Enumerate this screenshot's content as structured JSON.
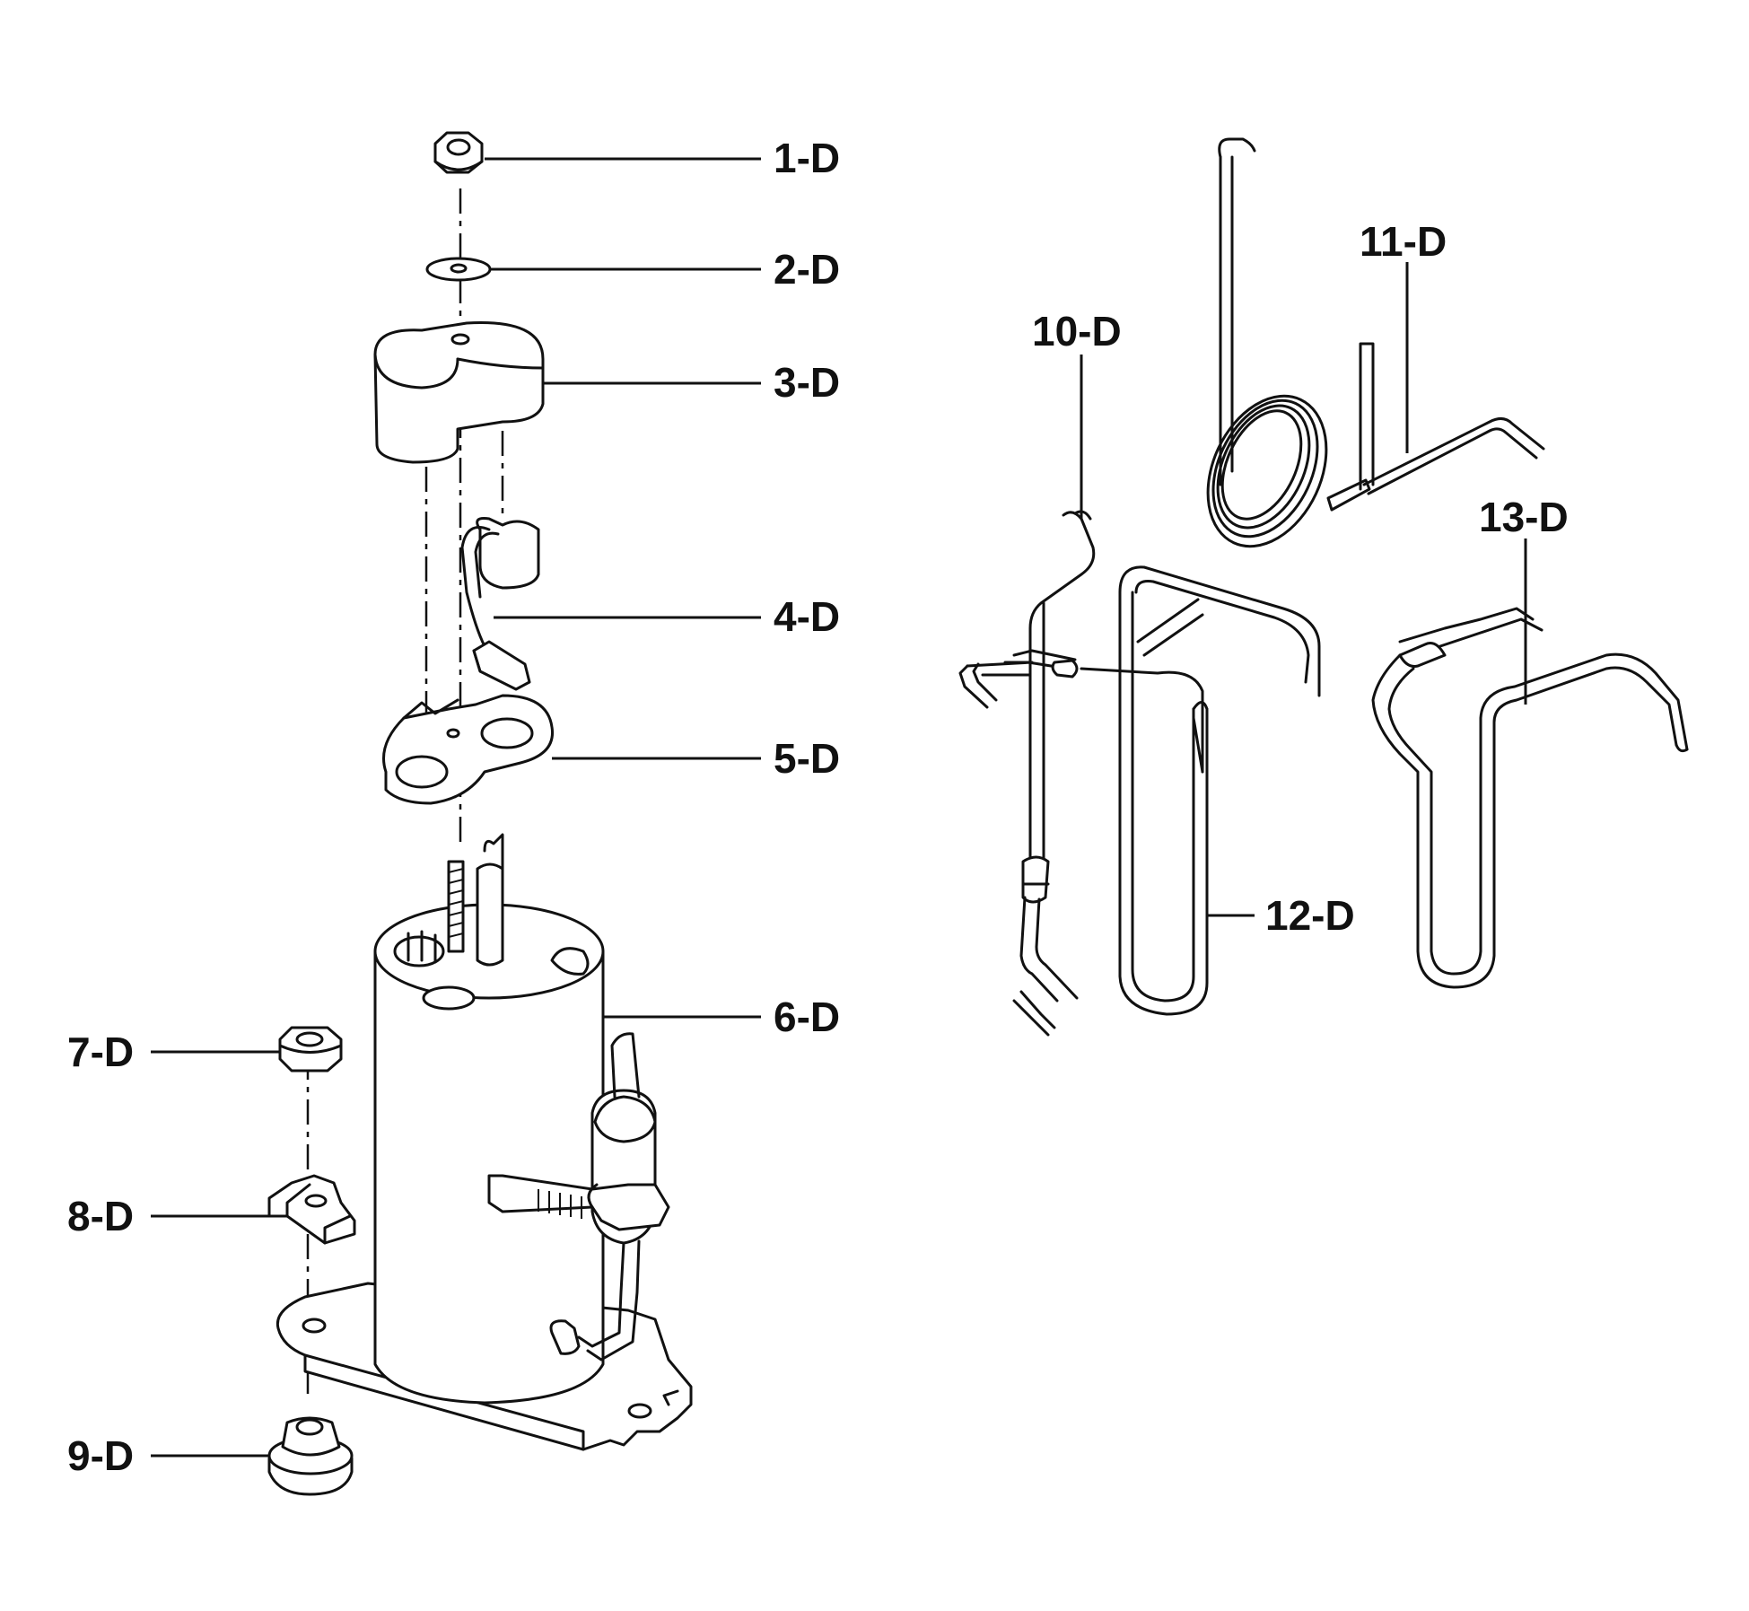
{
  "callouts": {
    "p1": "1-D",
    "p2": "2-D",
    "p3": "3-D",
    "p4": "4-D",
    "p5": "5-D",
    "p6": "6-D",
    "p7": "7-D",
    "p8": "8-D",
    "p9": "9-D",
    "p10": "10-D",
    "p11": "11-D",
    "p12": "12-D",
    "p13": "13-D"
  },
  "colors": {
    "line": "#111111",
    "background": "#ffffff"
  }
}
